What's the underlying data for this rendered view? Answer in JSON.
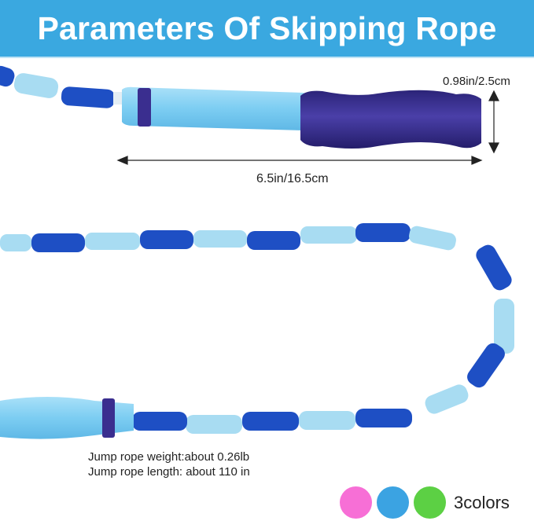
{
  "header": {
    "title": "Parameters Of Skipping Rope",
    "background_color": "#3aa8e0"
  },
  "dimensions": {
    "handle_diameter": "0.98in/2.5cm",
    "handle_length": "6.5in/16.5cm"
  },
  "specs": {
    "weight": "Jump rope weight:about 0.26lb",
    "length": "Jump rope length: about 110 in"
  },
  "colors": {
    "label": "3colors",
    "options": [
      {
        "name": "pink",
        "hex": "#f76fd6"
      },
      {
        "name": "blue",
        "hex": "#3ba3e2"
      },
      {
        "name": "green",
        "hex": "#5cd044"
      }
    ]
  },
  "product": {
    "handle_color": "#8fd3f4",
    "grip_color": "#3a2e8f",
    "bead_dark": "#1e4fc4",
    "bead_light": "#a8dcf2"
  }
}
